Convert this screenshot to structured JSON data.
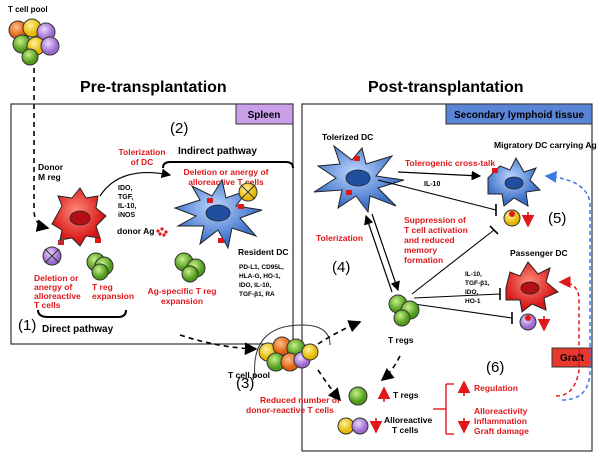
{
  "title_pool": "T cell pool",
  "pre_title": "Pre-transplantation",
  "post_title": "Post-transplantation",
  "spleen": "Spleen",
  "slt": "Secondary lymphoid tissue",
  "graft": "Graft",
  "n1": "(1)",
  "n2": "(2)",
  "n3": "(3)",
  "n4": "(4)",
  "n5": "(5)",
  "n6": "(6)",
  "direct_pathway": "Direct pathway",
  "indirect_pathway": "Indirect pathway",
  "tolerization_of_dc": [
    "Tolerization",
    "of DC"
  ],
  "deletion_indirect": [
    "Deletion or anergy of",
    "alloreactive T cells"
  ],
  "donor_mreg": [
    "Donor",
    "M reg"
  ],
  "cytokines_mreg": [
    "IDO,",
    "TGF,",
    "IL-10,",
    "iNOS"
  ],
  "donor_ag": "donor Ag",
  "deletion_direct": [
    "Deletion or",
    "anergy of",
    "alloreactive",
    "T cells"
  ],
  "treg_expansion": [
    "T reg",
    "expansion"
  ],
  "resident_dc": "Resident DC",
  "resident_dc_mols": [
    "PD-L1, CD95L,",
    "HLA-G, HO-1,",
    "IDO, IL-10,",
    "TGF-β1, RA"
  ],
  "ag_specific": [
    "Ag-specific T reg",
    "expansion"
  ],
  "pool_label": "T cell pool",
  "reduced": [
    "Reduced number of",
    "donor-reactive T cells"
  ],
  "tolerized_dc": "Tolerized DC",
  "tolerogenic_crosstalk": "Tolerogenic cross-talk",
  "il10": "IL-10",
  "migratory_dc": "Migratory DC carrying  Ag",
  "tolerization": "Tolerization",
  "suppression": [
    "Suppression of",
    "T cell activation",
    "and reduced",
    "memory",
    "formation"
  ],
  "passenger_dc": "Passenger DC",
  "treg_mols": [
    "IL-10,",
    "TGF-β1,",
    "IDO,",
    "HO-1"
  ],
  "tregs": "T regs",
  "graft_tregs": "T regs",
  "alloreactive": [
    "Alloreactive",
    "T cells"
  ],
  "regulation": "Regulation",
  "outcomes": [
    "Alloreactivity",
    "Inflammation",
    "Graft damage"
  ],
  "colors": {
    "red": "#e0171b",
    "spleen": "#c9a0e8",
    "slt": "#5a84d6",
    "graft": "#e8392f",
    "dc": "#5d8fd4",
    "green": "#6cbf2b",
    "orange": "#f07e22",
    "yellow": "#f5d21f",
    "purple": "#b889e0"
  }
}
